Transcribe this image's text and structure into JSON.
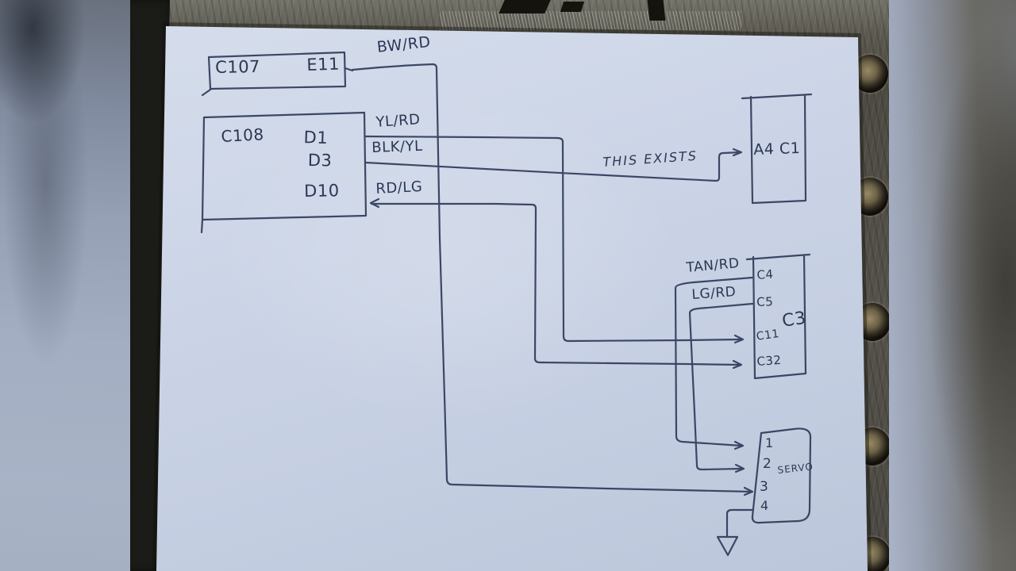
{
  "colors": {
    "ink": "#2f3b5a",
    "paper": "#ccd5e6",
    "metal": "#55544a",
    "table_dark": "#1b1b17"
  },
  "diagram": {
    "connectors": {
      "c107": {
        "label": "C107",
        "pin": "E11"
      },
      "c108": {
        "label": "C108",
        "pins": [
          "D1",
          "D3",
          "D10"
        ]
      },
      "a4_c1": {
        "label": "A4 C1"
      },
      "c3": {
        "label": "C3",
        "pins": [
          "C4",
          "C5",
          "C11",
          "C32"
        ]
      },
      "servo": {
        "label": "SERVO",
        "pins": [
          "1",
          "2",
          "3",
          "4"
        ]
      }
    },
    "wire_labels": {
      "bw_rd": "BW/RD",
      "yl_rd": "YL/RD",
      "blk_yl": "BLK/YL",
      "rd_lg": "RD/LG",
      "tan_rd": "TAN/RD",
      "lg_rd": "LG/RD"
    },
    "annotation": "THIS EXISTS",
    "icons": {
      "ground": "ground-arrow-down"
    }
  }
}
